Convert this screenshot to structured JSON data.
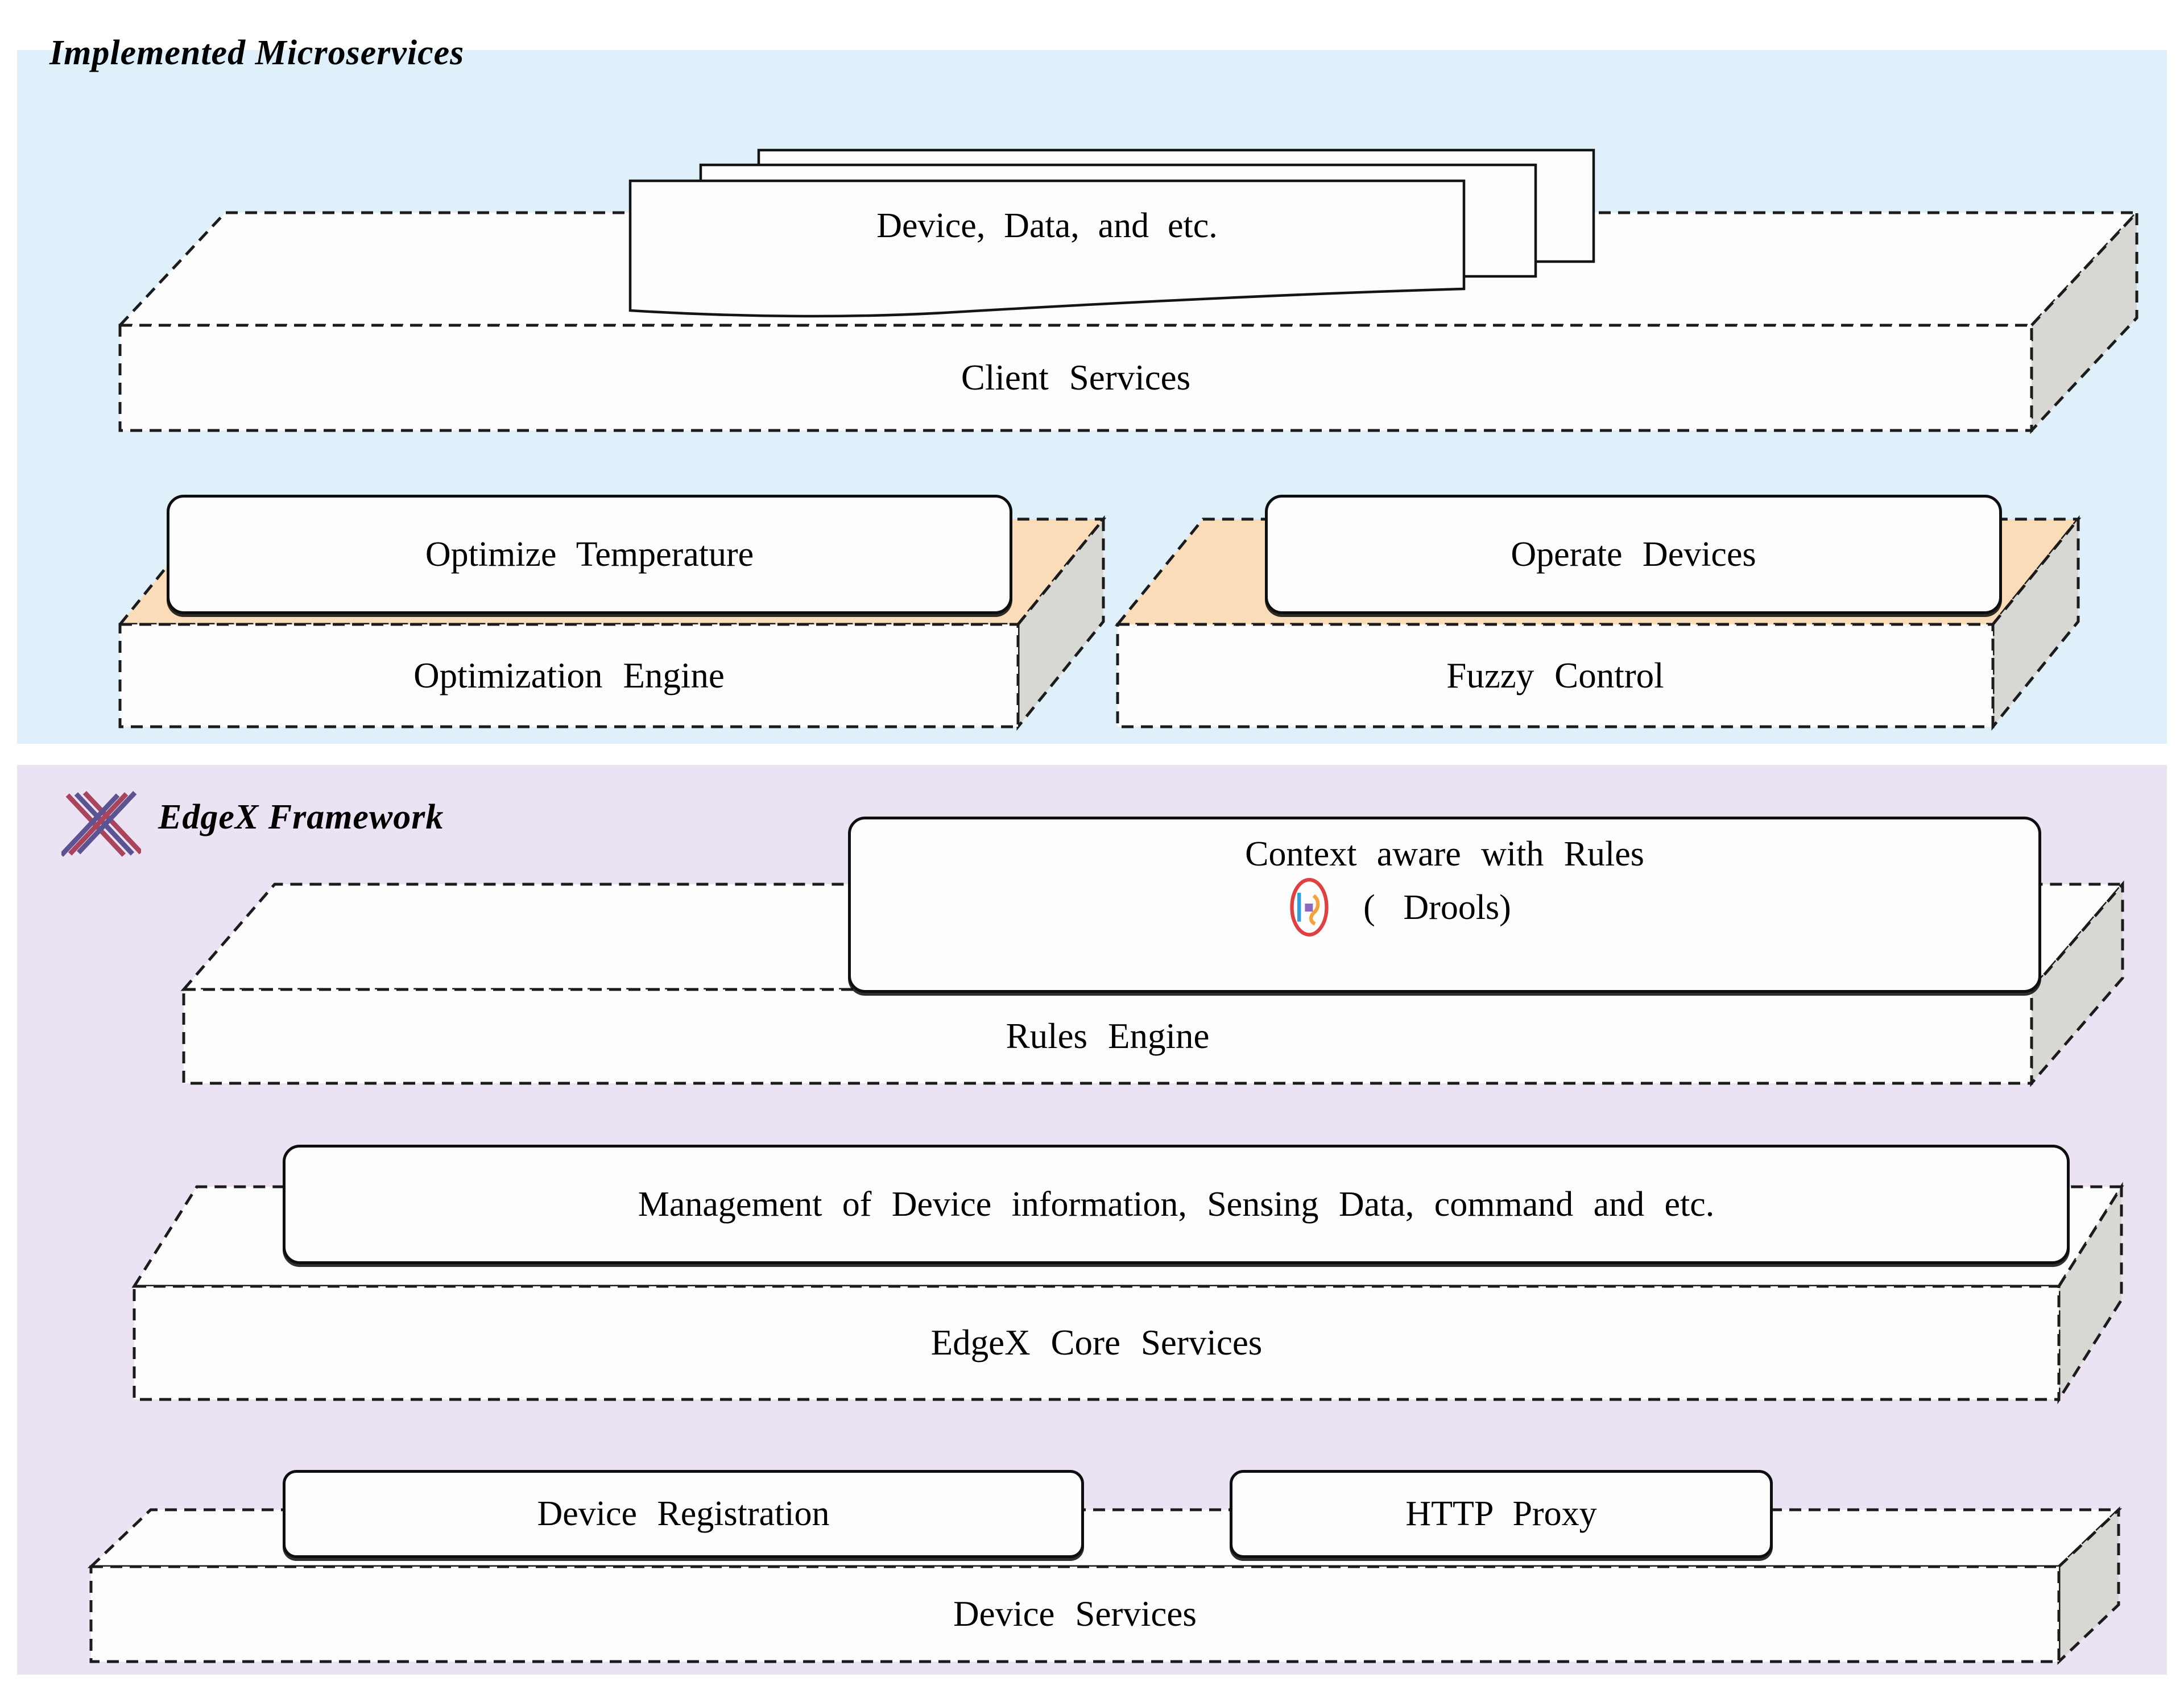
{
  "figure": {
    "type": "layered-architecture-diagram"
  },
  "colors": {
    "blue_bg": "#dff0fa",
    "purple_bg": "#ebe3f4",
    "peach": "#fbdcb8",
    "side_gray": "#d7d7d3",
    "face_white": "#fdfdfe",
    "ink": "#0e0e0e",
    "dash_ink": "#1b1b1b",
    "edgex_red": "#a8455c",
    "edgex_purple": "#5c5492",
    "drools_red": "#e04040",
    "drools_blue": "#2f9fe0",
    "drools_orange": "#f5a23c",
    "drools_purple": "#8a6bc0"
  },
  "icons": {
    "logo": "edgex-x-logo",
    "drools": "drools-icon"
  },
  "panels": {
    "microservices": {
      "title": "Implemented Microservices",
      "paper_stack": {
        "label": "Device, Data, and etc."
      },
      "client_services": {
        "label": "Client Services"
      },
      "optimization_engine": {
        "label": "Optimization Engine",
        "chip": "Optimize Temperature"
      },
      "fuzzy_control": {
        "label": "Fuzzy Control",
        "chip": "Operate Devices"
      }
    },
    "edgex": {
      "title": "EdgeX Framework",
      "rules_engine": {
        "label": "Rules Engine",
        "chip_line1": "Context aware with Rules",
        "chip_line2": "( Drools)"
      },
      "core_services": {
        "label": "EdgeX Core Services",
        "chip": "Management of Device information, Sensing Data, command and etc."
      },
      "device_services": {
        "label": "Device Services",
        "chips": [
          "Device Registration",
          "HTTP Proxy"
        ]
      }
    }
  }
}
